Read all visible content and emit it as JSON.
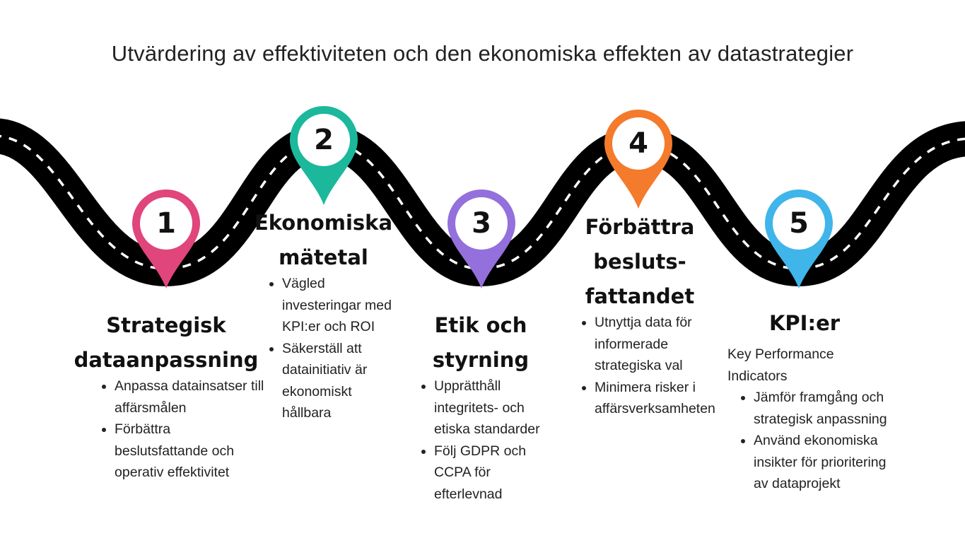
{
  "title": "Utvärdering av effektiviteten och den ekonomiska effekten av datastrategier",
  "colors": {
    "road": "#000000",
    "lane_marks": "#ffffff",
    "pin1": "#e0457b",
    "pin2": "#1bb89c",
    "pin3": "#9370db",
    "pin4": "#f47a2c",
    "pin5": "#3fb5ea"
  },
  "steps": [
    {
      "number": "1",
      "title_lines": [
        "Strategisk",
        "dataanpassning"
      ],
      "bullets": [
        "Anpassa datainsatser till affärsmålen",
        "Förbättra beslutsfattande och operativ effektivitet"
      ]
    },
    {
      "number": "2",
      "title_lines": [
        "Ekonomiska",
        "mätetal"
      ],
      "bullets": [
        "Vägled investeringar med KPI:er och ROI",
        "Säkerställ att datainitiativ är ekonomiskt hållbara"
      ]
    },
    {
      "number": "3",
      "title_lines": [
        "Etik och",
        "styrning"
      ],
      "bullets": [
        "Upprätthåll integritets- och etiska standarder",
        "Följ GDPR och CCPA för efterlevnad"
      ]
    },
    {
      "number": "4",
      "title_lines": [
        "Förbättra",
        "besluts-",
        "fattandet"
      ],
      "bullets": [
        "Utnyttja data för informerade strategiska val",
        "Minimera risker i affärsverksamheten"
      ]
    },
    {
      "number": "5",
      "title_lines": [
        "KPI:er"
      ],
      "description": "Key Performance Indicators",
      "bullets": [
        "Jämför framgång och strategisk anpassning",
        "Använd ekonomiska insikter för prioritering av dataprojekt"
      ]
    }
  ]
}
